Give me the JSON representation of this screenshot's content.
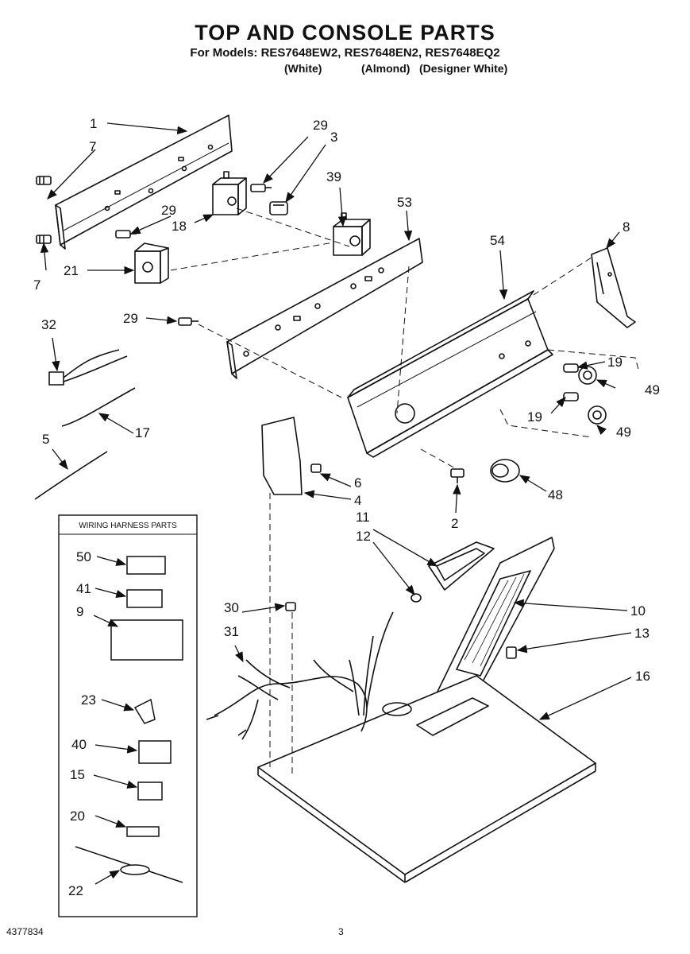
{
  "header": {
    "title": "TOP AND CONSOLE PARTS",
    "models_line": "For Models: RES7648EW2, RES7648EN2, RES7648EQ2",
    "color_white": "(White)",
    "color_almond": "(Almond)",
    "color_designer": "(Designer White)"
  },
  "callouts": {
    "c1": "1",
    "c2": "2",
    "c3": "3",
    "c4": "4",
    "c5": "5",
    "c6": "6",
    "c7a": "7",
    "c7b": "7",
    "c8": "8",
    "c9": "9",
    "c10": "10",
    "c11": "11",
    "c12": "12",
    "c13": "13",
    "c15": "15",
    "c16": "16",
    "c17": "17",
    "c18": "18",
    "c19a": "19",
    "c19b": "19",
    "c20": "20",
    "c21": "21",
    "c22": "22",
    "c23": "23",
    "c29a": "29",
    "c29b": "29",
    "c29c": "29",
    "c30": "30",
    "c31": "31",
    "c32": "32",
    "c39": "39",
    "c40": "40",
    "c41": "41",
    "c48": "48",
    "c49a": "49",
    "c49b": "49",
    "c50": "50",
    "c53": "53",
    "c54": "54"
  },
  "wiring_box": {
    "title": "WIRING HARNESS PARTS"
  },
  "footer": {
    "doc_number": "4377834",
    "page_number": "3"
  }
}
